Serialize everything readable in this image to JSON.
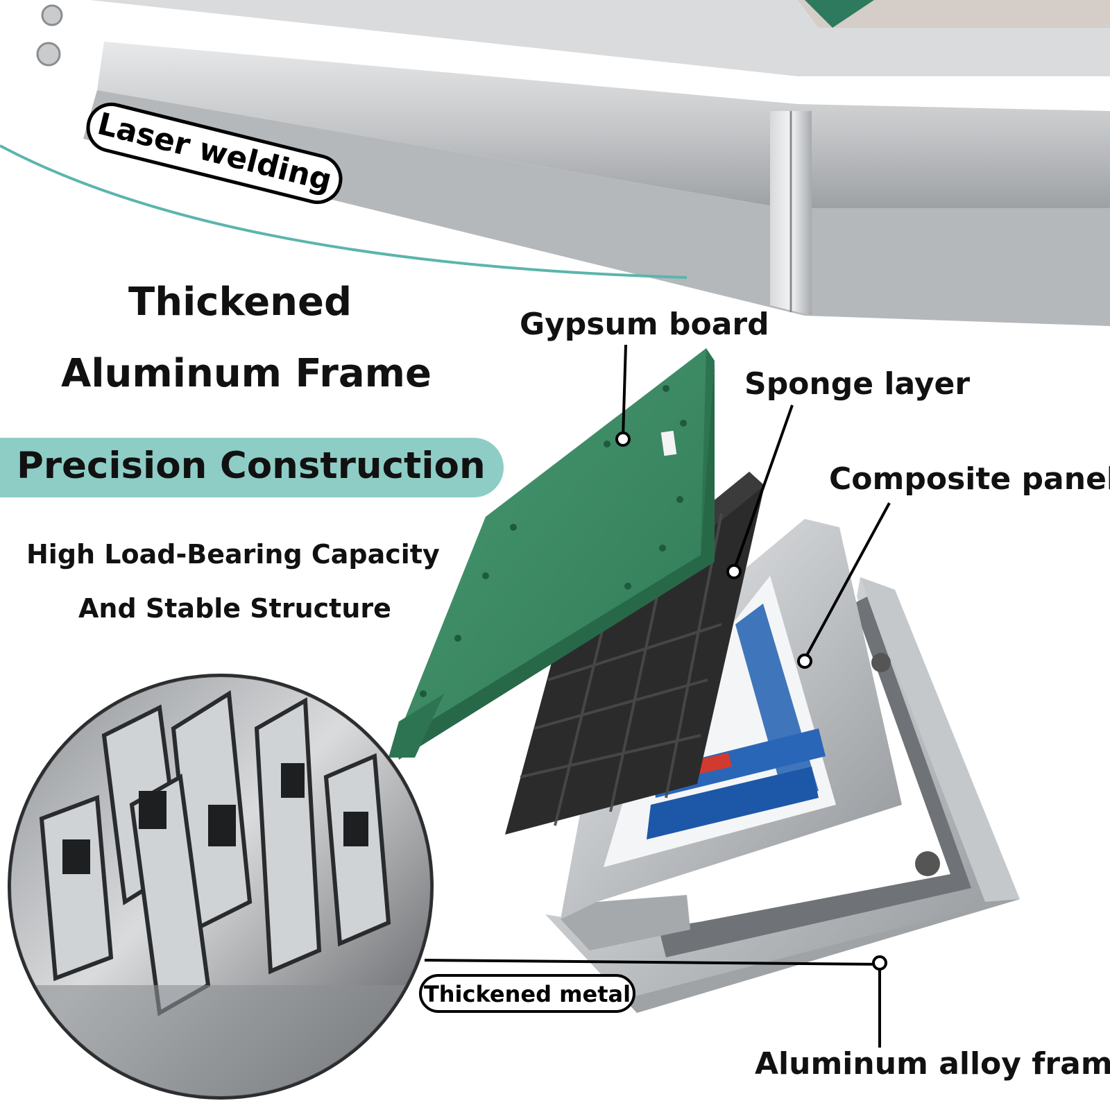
{
  "callouts": {
    "laser_welding": "Laser welding",
    "thickened_metal": "Thickened metal"
  },
  "headline": {
    "line1": "Thickened",
    "line2": "Aluminum Frame"
  },
  "banner": {
    "text": "Precision Construction",
    "color": "#8ecdc6"
  },
  "subtitle": {
    "line1": "High Load-Bearing Capacity",
    "line2": "And Stable Structure"
  },
  "layers": {
    "gypsum": "Gypsum board",
    "sponge": "Sponge layer",
    "composite": "Composite panel",
    "alloy_frame": "Aluminum alloy frame"
  },
  "colors": {
    "gypsum_green": "#3a8a64",
    "sponge_black": "#2b2b2b",
    "aluminum": "#b9bcbf",
    "accent_teal": "#5bb5ac"
  }
}
